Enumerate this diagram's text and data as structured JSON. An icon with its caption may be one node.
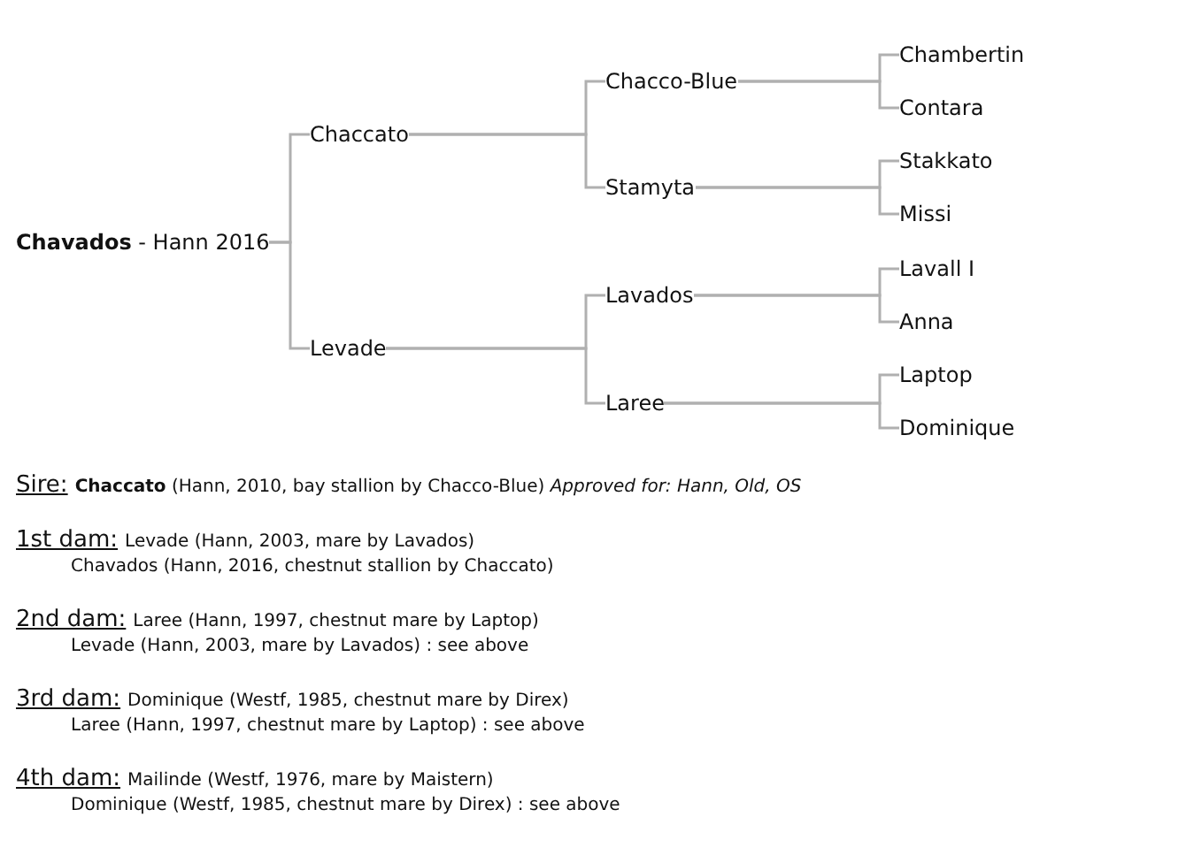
{
  "diagram": {
    "nodes": [
      {
        "text": [
          "**Chavados** - Hann 2016"
        ]
      },
      {
        "text": [
          "Chaccato"
        ]
      },
      {
        "text": [
          "Levade"
        ]
      },
      {
        "text": [
          "Chacco-Blue"
        ]
      },
      {
        "text": [
          "Stamyta"
        ]
      },
      {
        "text": [
          "Lavados"
        ]
      },
      {
        "text": [
          "Laree"
        ]
      },
      {
        "text": [
          "Chambertin"
        ]
      },
      {
        "text": [
          "Contara"
        ]
      },
      {
        "text": [
          "Stakkato"
        ]
      },
      {
        "text": [
          "Missi"
        ]
      },
      {
        "text": [
          "Lavall I"
        ]
      },
      {
        "text": [
          "Anna"
        ]
      },
      {
        "text": [
          "Laptop"
        ]
      },
      {
        "text": [
          "Dominique"
        ]
      }
    ],
    "edges": [
      {
        "from": 0,
        "to": 1,
        "arrow": "none"
      },
      {
        "from": 0,
        "to": 2,
        "arrow": "none"
      },
      {
        "from": 1,
        "to": 3,
        "arrow": "none"
      },
      {
        "from": 1,
        "to": 4,
        "arrow": "none"
      },
      {
        "from": 2,
        "to": 5,
        "arrow": "none"
      },
      {
        "from": 2,
        "to": 6,
        "arrow": "none"
      },
      {
        "from": 3,
        "to": 7,
        "arrow": "none"
      },
      {
        "from": 3,
        "to": 8,
        "arrow": "none"
      },
      {
        "from": 4,
        "to": 9,
        "arrow": "none"
      },
      {
        "from": 4,
        "to": 10,
        "arrow": "none"
      },
      {
        "from": 5,
        "to": 11,
        "arrow": "none"
      },
      {
        "from": 5,
        "to": 12,
        "arrow": "none"
      },
      {
        "from": 6,
        "to": 13,
        "arrow": "none"
      },
      {
        "from": 6,
        "to": 14,
        "arrow": "none"
      }
    ],
    "labels": [
      "Sire:",
      "**Chaccato** (Hann, 2010, bay stallion by Chacco-Blue) *Approved for: Hann, Old, OS*",
      "1st dam:",
      "Levade (Hann, 2003, mare by Lavados)",
      "Chavados (Hann, 2016, chestnut stallion by Chaccato)",
      "2nd dam:",
      "Laree (Hann, 1997, chestnut mare by Laptop)",
      "Levade (Hann, 2003, mare by Lavados) : see above",
      "3rd dam:",
      "Dominique (Westf, 1985, chestnut mare by Direx)",
      "Laree (Hann, 1997, chestnut mare by Laptop) : see above",
      "4th dam:",
      "Mailinde (Westf, 1976, mare by Maistern)",
      "Dominique (Westf, 1985, chestnut mare by Direx) : see above"
    ]
  }
}
